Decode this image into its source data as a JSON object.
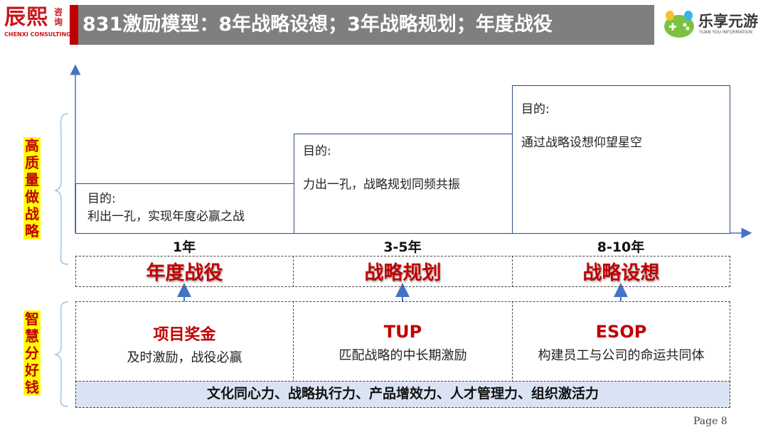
{
  "header": {
    "logo_left_main": "辰熙",
    "logo_left_side": "咨询",
    "logo_left_sub": "CHENXI CONSULTING",
    "title": "831激励模型：8年战略设想；3年战略规划；年度战役",
    "logo_right_name": "乐享元游",
    "logo_right_sub": "YUAN YOU INFORMATION",
    "accent_color": "#c00000",
    "bar_color": "#7f7f7f"
  },
  "side_labels": {
    "upper": "高质量做战略",
    "lower": "智慧分好钱"
  },
  "steps": [
    {
      "purpose_label": "目的:",
      "purpose_text": "利出一孔，实现年度必赢之战",
      "year": "1年",
      "category": "年度战役",
      "incentive_title": "项目奖金",
      "incentive_desc": "及时激励，战役必赢"
    },
    {
      "purpose_label": "目的:",
      "purpose_text": "力出一孔，战略规划同频共振",
      "year": "3-5年",
      "category": "战略规划",
      "incentive_title": "TUP",
      "incentive_desc": "匹配战略的中长期激励"
    },
    {
      "purpose_label": "目的:",
      "purpose_text": "通过战略设想仰望星空",
      "year": "8-10年",
      "category": "战略设想",
      "incentive_title": "ESOP",
      "incentive_desc": "构建员工与公司的命运共同体"
    }
  ],
  "bottom_bar": "文化同心力、战略执行力、产品增效力、人才管理力、组织激活力",
  "footer": {
    "page": "Page 8"
  }
}
